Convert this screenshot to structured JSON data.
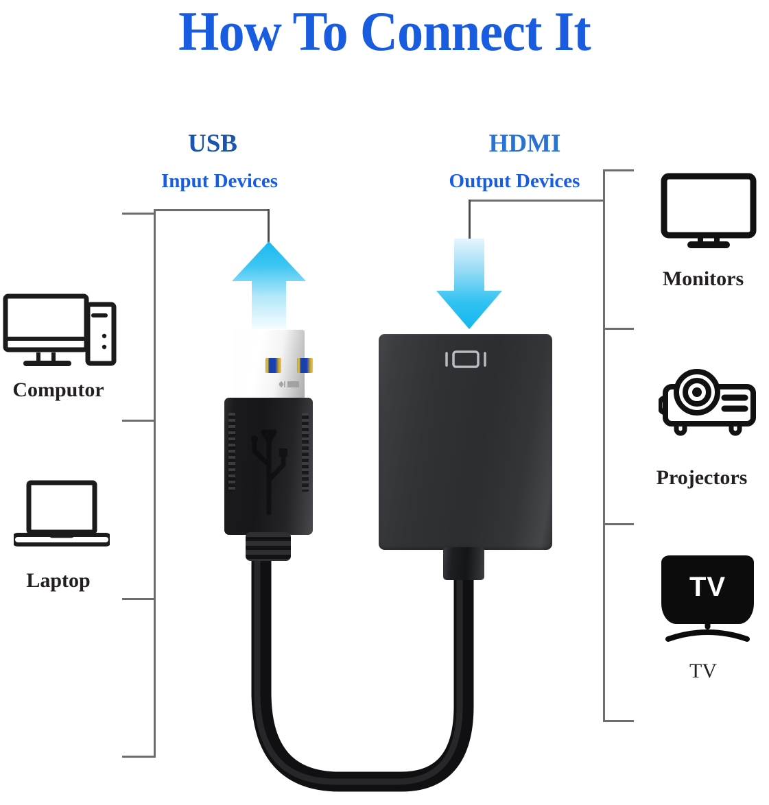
{
  "title": "How To Connect It",
  "columns": {
    "input": {
      "heading": "USB",
      "subheading": "Input Devices"
    },
    "output": {
      "heading": "HDMI",
      "subheading": "Output Devices"
    }
  },
  "input_devices": [
    {
      "label": "Computor",
      "icon": "desktop-computer-icon"
    },
    {
      "label": "Laptop",
      "icon": "laptop-icon"
    }
  ],
  "output_devices": [
    {
      "label": "Monitors",
      "icon": "monitor-icon"
    },
    {
      "label": "Projectors",
      "icon": "projector-icon"
    },
    {
      "label": "TV",
      "icon": "tv-icon"
    }
  ],
  "product": {
    "connector": "USB 3.0 Type-A male connector",
    "adapter": "HDMI output adapter",
    "adapter_glyph": "display-glyph",
    "tv_screen_text": "TV"
  },
  "arrows": [
    {
      "name": "usb-input-arrow",
      "direction": "up"
    },
    {
      "name": "hdmi-output-arrow",
      "direction": "down"
    }
  ],
  "colors": {
    "title_blue": "#1a5ce0",
    "heading_blue": "#1b55ad",
    "sub_blue": "#1a5ce0",
    "label_black": "#231f20",
    "bracket_gray": "#6d6d6d",
    "arrow_cyan": "#29c0f0",
    "adapter_dark": "#2e3033",
    "background": "#ffffff"
  }
}
